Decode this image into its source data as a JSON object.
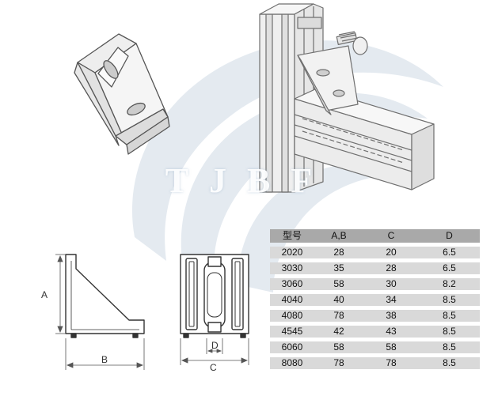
{
  "watermark": {
    "text": "TJBF",
    "color": "#a9bdd1"
  },
  "dimensions": {
    "a": "A",
    "b": "B",
    "c": "C",
    "d": "D"
  },
  "spec_table": {
    "headers": [
      "型号",
      "A,B",
      "C",
      "D"
    ],
    "rows": [
      [
        "2020",
        "28",
        "20",
        "6.5"
      ],
      [
        "3030",
        "35",
        "28",
        "6.5"
      ],
      [
        "3060",
        "58",
        "30",
        "8.2"
      ],
      [
        "4040",
        "40",
        "34",
        "8.5"
      ],
      [
        "4080",
        "78",
        "38",
        "8.5"
      ],
      [
        "4545",
        "42",
        "43",
        "8.5"
      ],
      [
        "6060",
        "58",
        "58",
        "8.5"
      ],
      [
        "8080",
        "78",
        "78",
        "8.5"
      ]
    ],
    "header_color": "#a9a9a9",
    "row_color": "#d9d9d9"
  }
}
